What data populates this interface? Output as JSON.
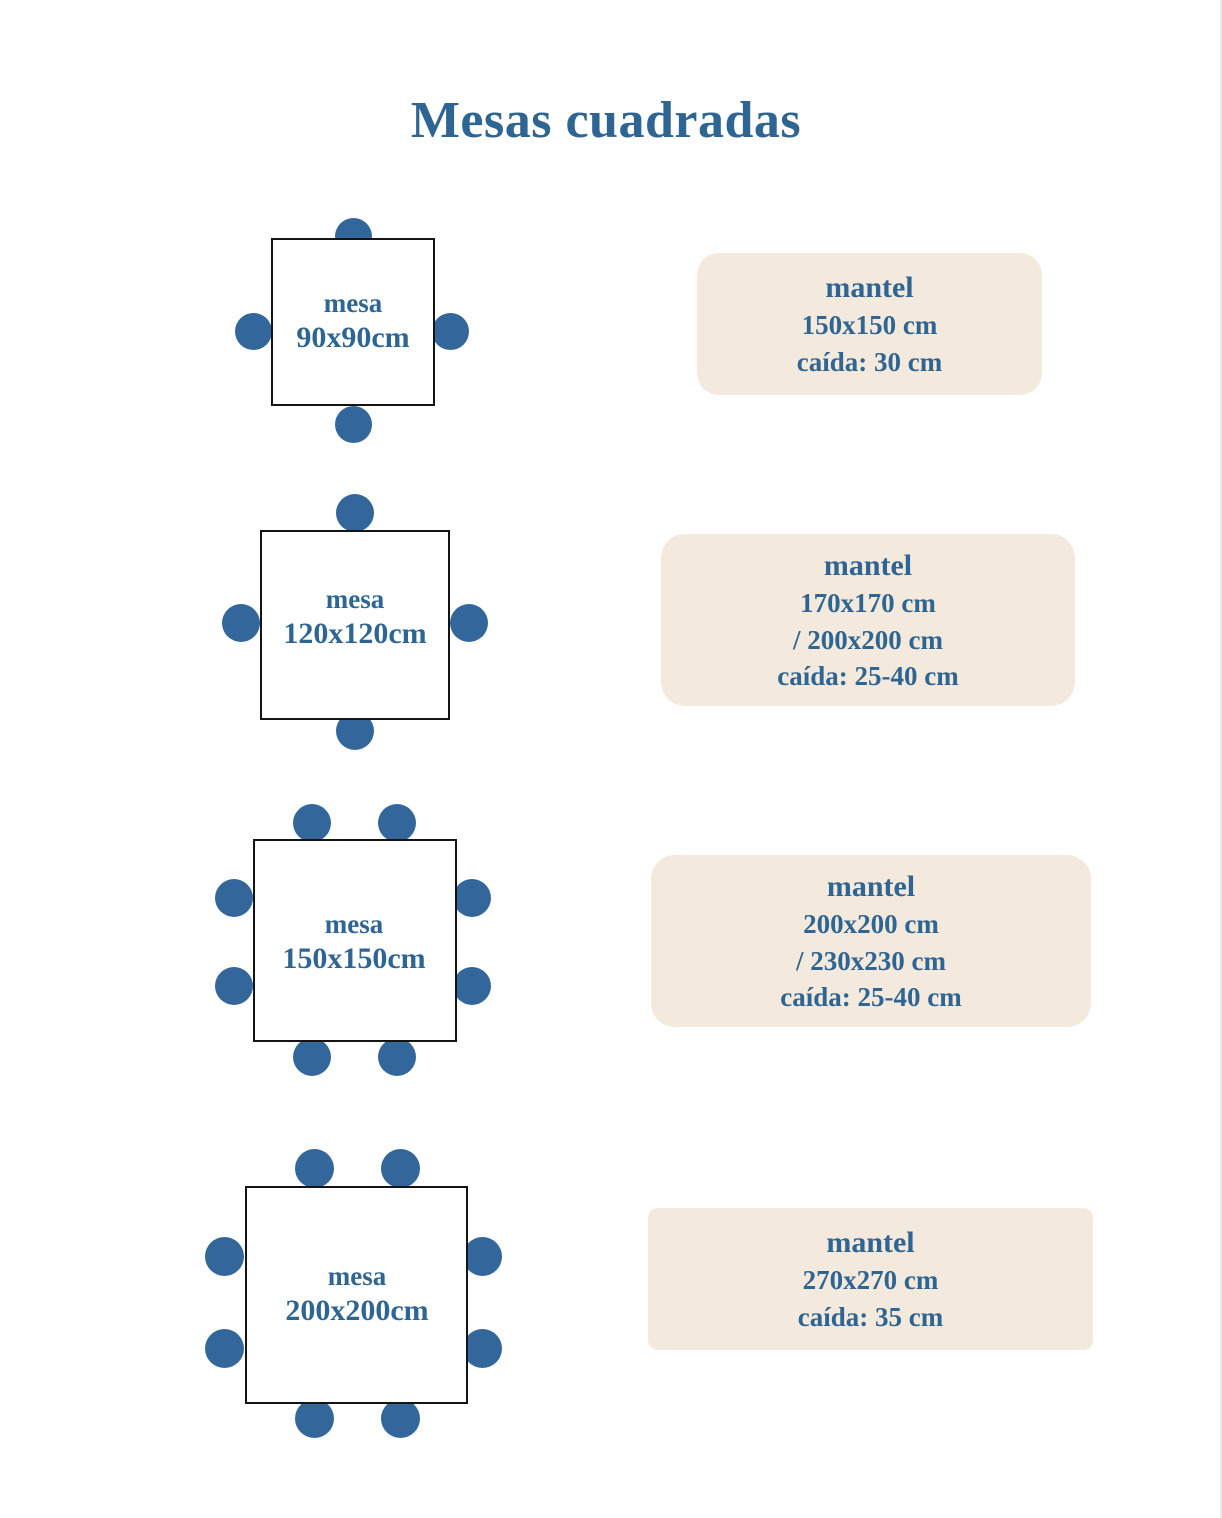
{
  "title": "Mesas cuadradas",
  "colors": {
    "accent_blue": "#2e6593",
    "chair_blue": "#33679c",
    "card_bg": "#f4e9dd",
    "table_border": "#141414",
    "page_bg": "#ffffff"
  },
  "rows": [
    {
      "table": {
        "label_line1": "mesa",
        "label_line2": "90x90cm",
        "chairs": 4
      },
      "card": {
        "title": "mantel",
        "lines": [
          "150x150 cm",
          "caída: 30 cm"
        ]
      }
    },
    {
      "table": {
        "label_line1": "mesa",
        "label_line2": "120x120cm",
        "chairs": 4
      },
      "card": {
        "title": "mantel",
        "lines": [
          "170x170 cm",
          "/ 200x200 cm",
          "caída: 25-40 cm"
        ]
      }
    },
    {
      "table": {
        "label_line1": "mesa",
        "label_line2": "150x150cm",
        "chairs": 8
      },
      "card": {
        "title": "mantel",
        "lines": [
          "200x200 cm",
          "/ 230x230 cm",
          "caída: 25-40 cm"
        ]
      }
    },
    {
      "table": {
        "label_line1": "mesa",
        "label_line2": "200x200cm",
        "chairs": 8
      },
      "card": {
        "title": "mantel",
        "lines": [
          "270x270 cm",
          "caída: 35 cm"
        ]
      }
    }
  ]
}
